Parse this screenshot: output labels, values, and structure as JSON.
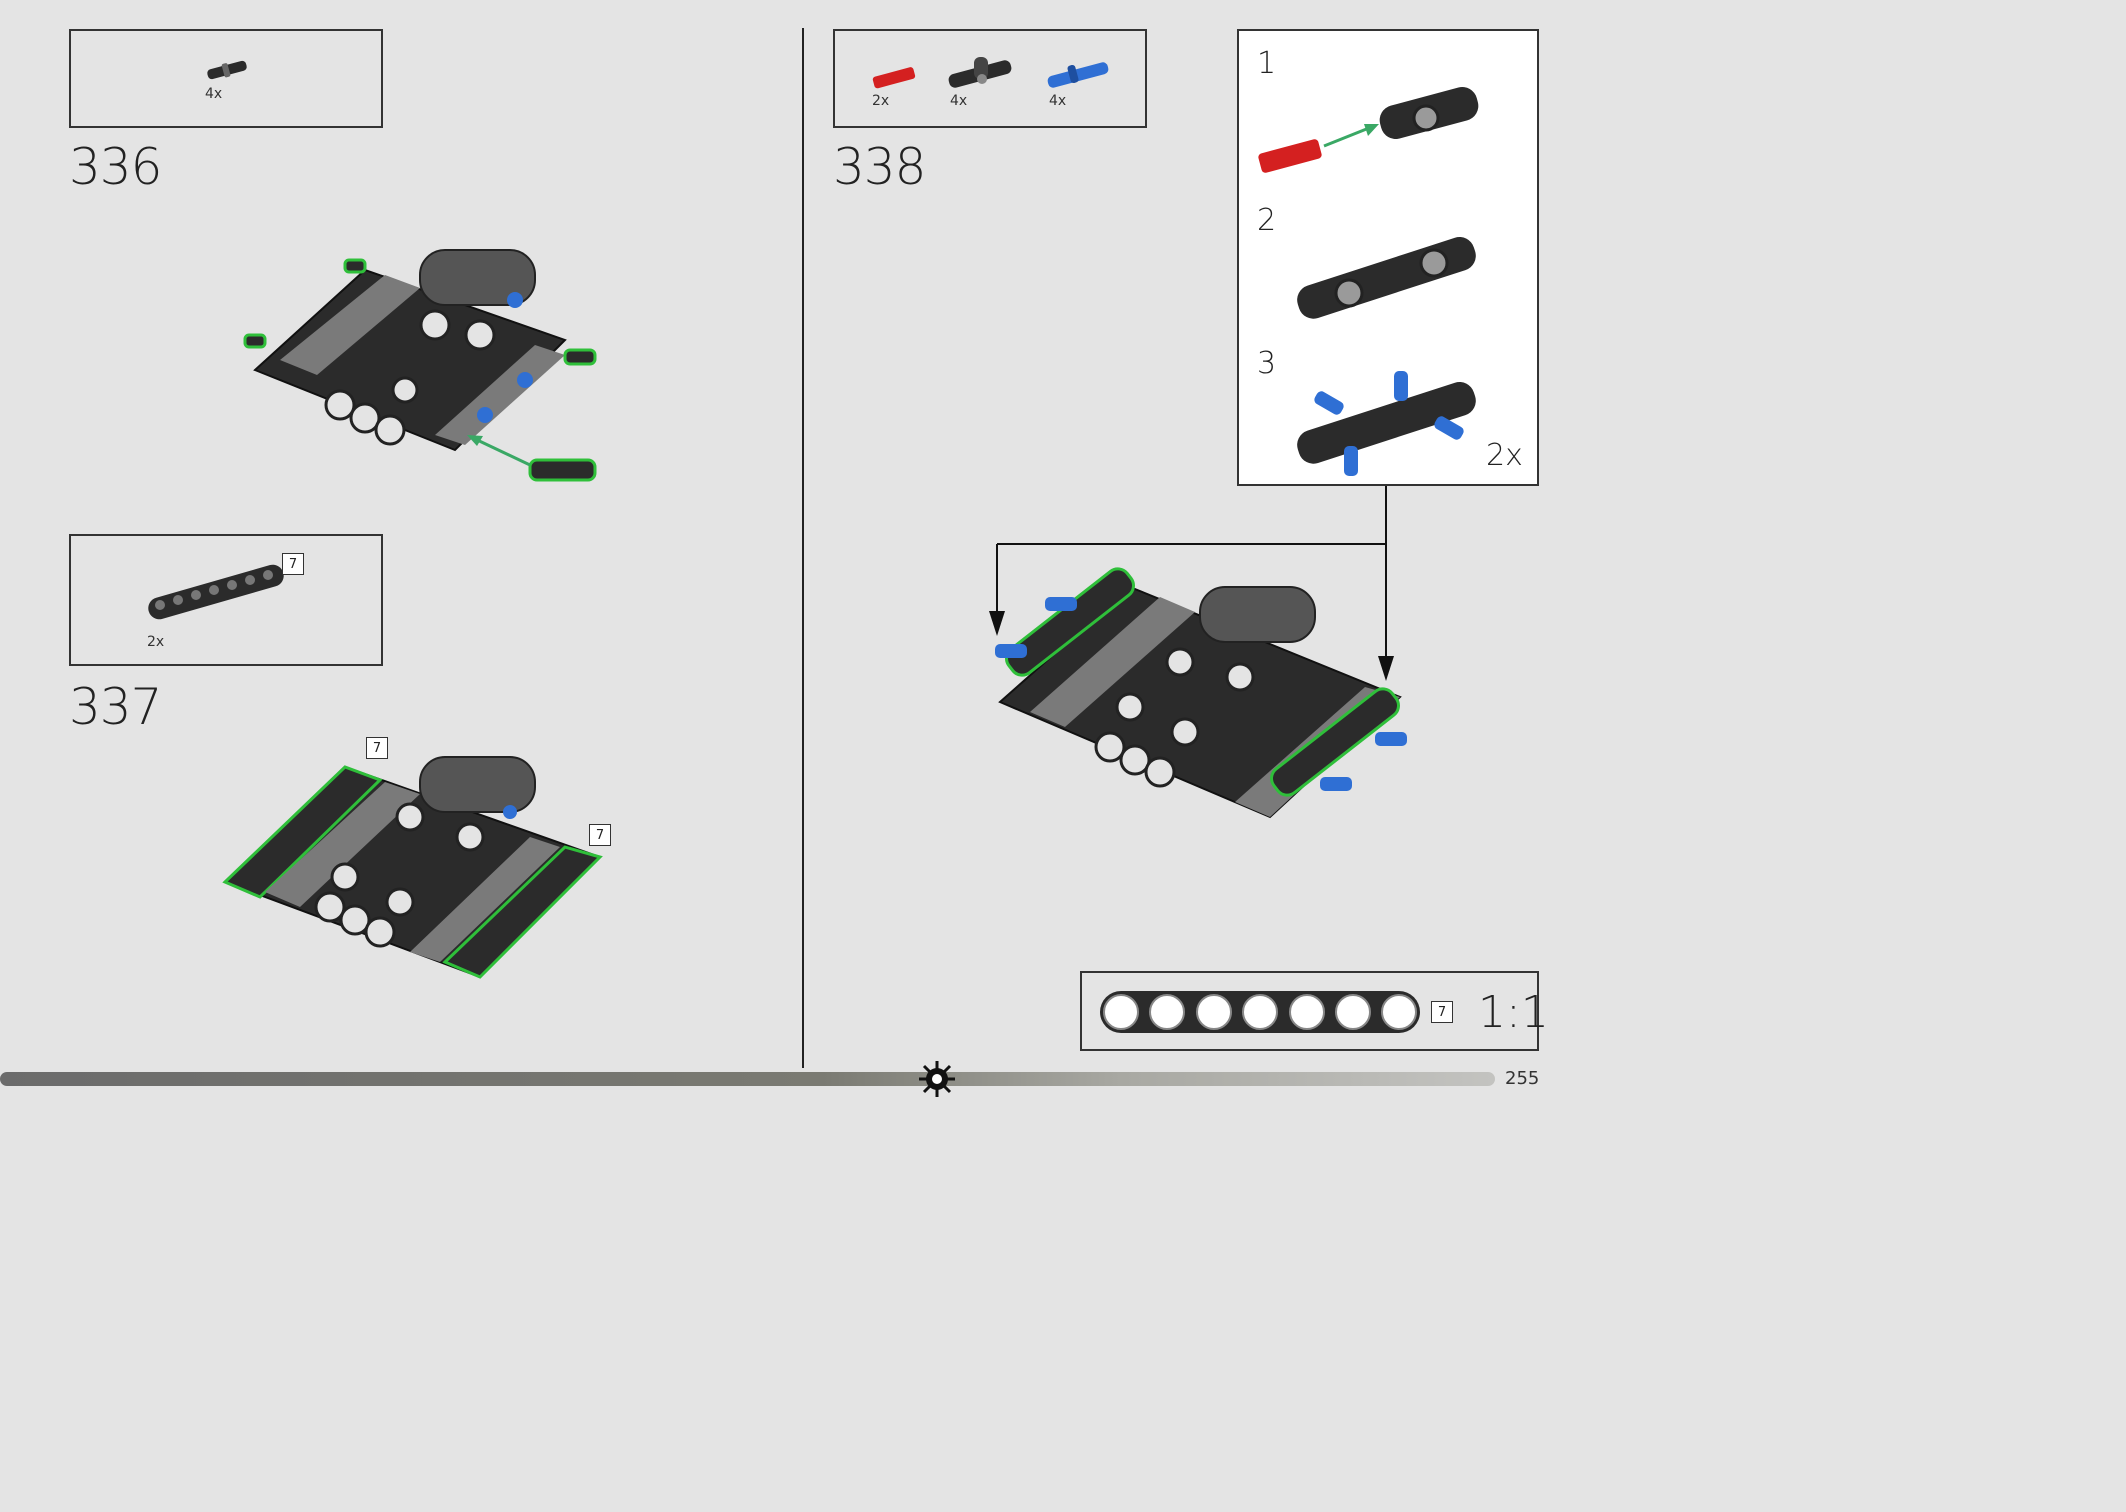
{
  "steps": [
    {
      "number": "336",
      "parts": [
        {
          "qty": "4x"
        }
      ]
    },
    {
      "number": "337",
      "parts": [
        {
          "qty": "2x"
        }
      ],
      "length_tag": "7"
    },
    {
      "number": "338",
      "parts": [
        {
          "qty": "2x"
        },
        {
          "qty": "4x"
        },
        {
          "qty": "4x"
        }
      ]
    }
  ],
  "step337_callouts": [
    "7",
    "7"
  ],
  "subassembly": {
    "substeps": [
      "1",
      "2",
      "3"
    ],
    "multiplier": "2x"
  },
  "scale_ref": {
    "length_tag": "7",
    "scale": "1:1"
  },
  "page_number": "255",
  "colors": {
    "background": "#e4e4e4",
    "highlight": "#2fbf3a",
    "arrow": "#3aa865",
    "red_part": "#d42020",
    "blue_part": "#2f6fd4",
    "dark_part": "#2b2b2b"
  }
}
